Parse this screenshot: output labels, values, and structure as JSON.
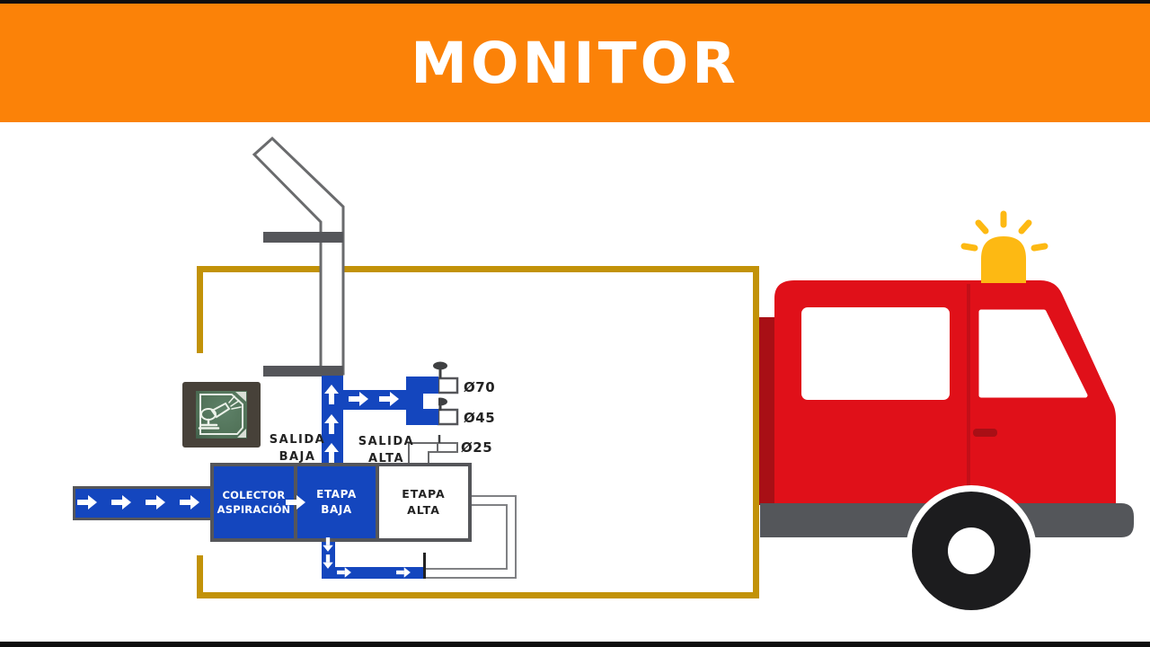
{
  "banner": {
    "title": "MONITOR"
  },
  "diagram": {
    "labels": {
      "salida_baja": [
        "SALIDA",
        "BAJA"
      ],
      "salida_alta": [
        "SALIDA",
        "ALTA"
      ],
      "colector": [
        "COLECTOR",
        "ASPIRACIÓN"
      ],
      "etapa_baja": [
        "ETAPA",
        "BAJA"
      ],
      "etapa_alta": [
        "ETAPA",
        "ALTA"
      ],
      "outlet_70": "Ø70",
      "outlet_45": "Ø45",
      "outlet_25": "Ø25"
    },
    "icon": "monitor-nozzle-panel",
    "colors": {
      "banner_orange": "#FB8208",
      "pipe_blue": "#1446BE",
      "frame_gold": "#C29208",
      "border_gray": "#55565A",
      "outline_gray": "#808184",
      "truck_red": "#E01019",
      "truck_dark_red": "#A80F15",
      "bumper_gray": "#54565A",
      "siren_yellow": "#FDB913",
      "icon_green": "#517258",
      "text_ink": "#232323"
    }
  }
}
